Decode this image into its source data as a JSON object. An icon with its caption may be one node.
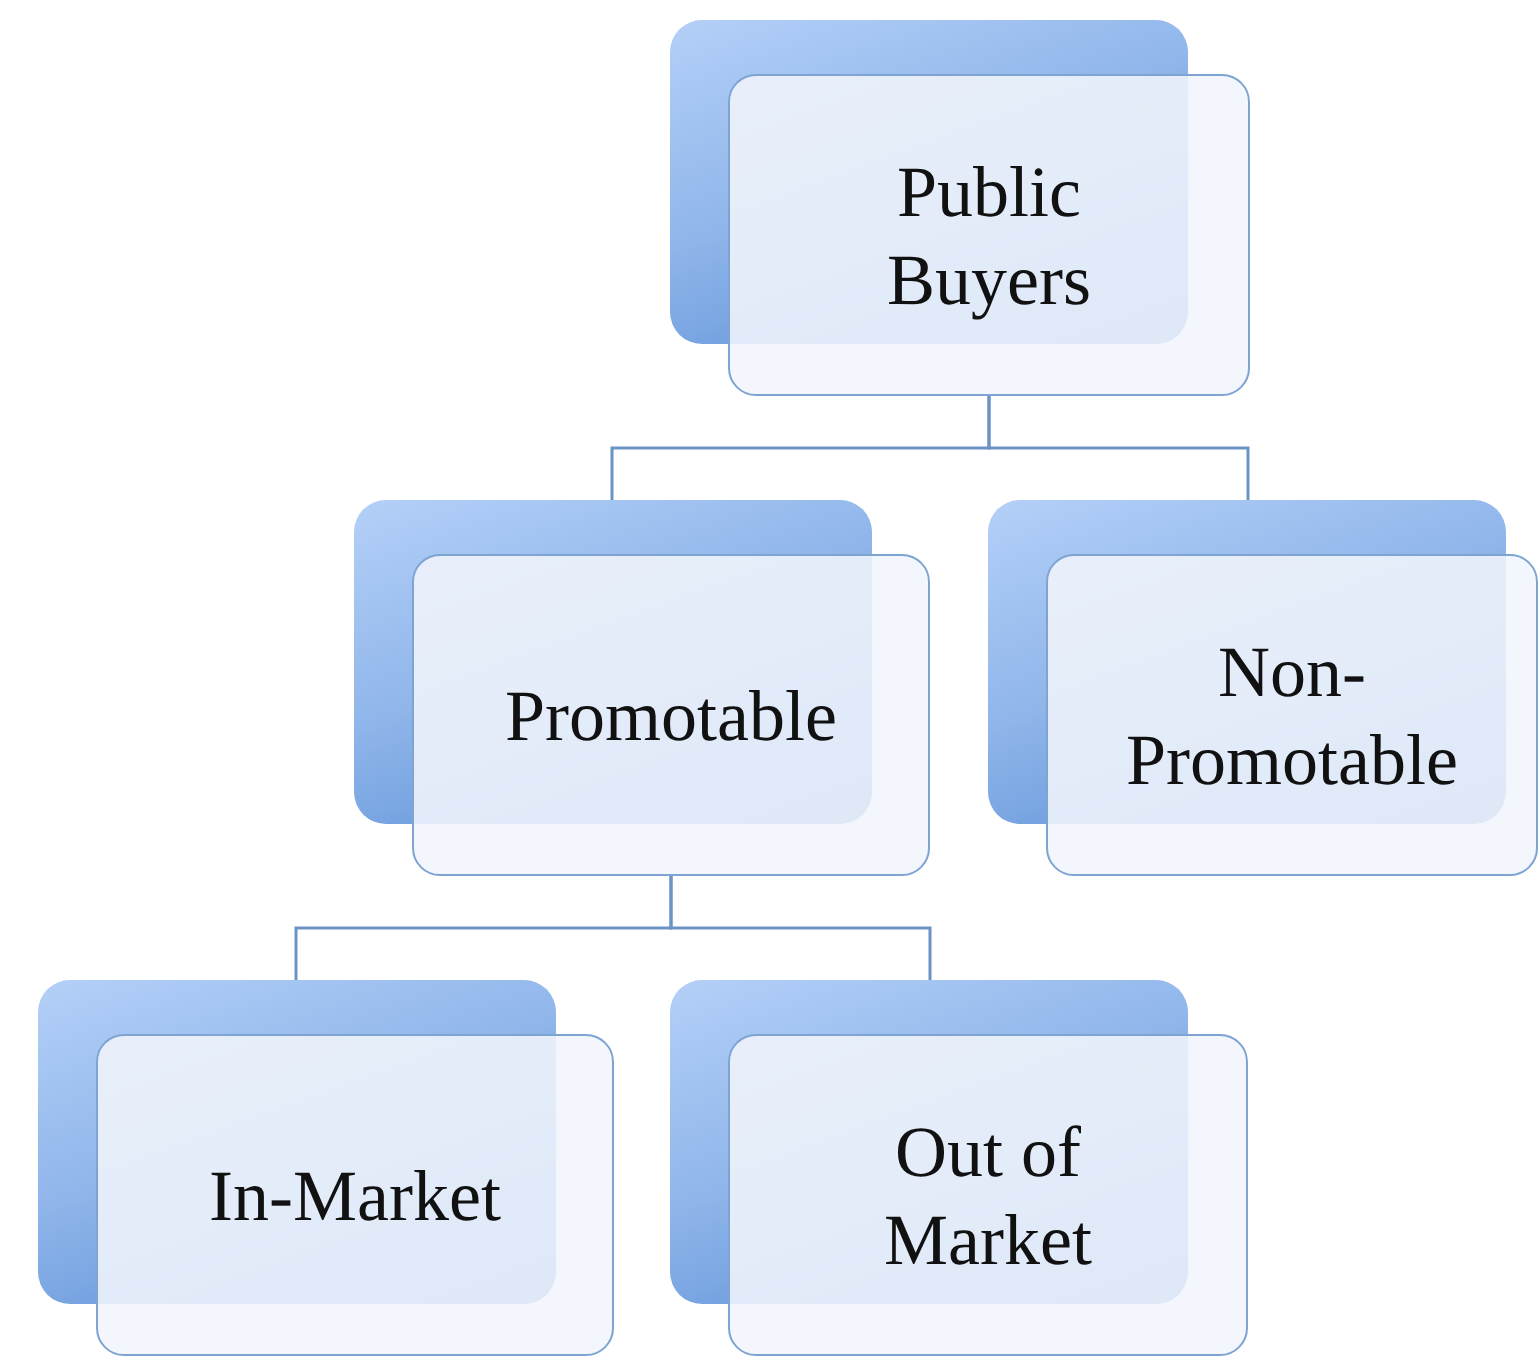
{
  "diagram": {
    "nodes": [
      {
        "text": [
          "Public Buyers"
        ]
      },
      {
        "text": [
          "Promotable"
        ]
      },
      {
        "text": [
          "Non-Promotable"
        ]
      },
      {
        "text": [
          "In-Market"
        ]
      },
      {
        "text": [
          "Out of Market"
        ]
      }
    ],
    "edges": [
      {
        "from": 0,
        "to": 1,
        "arrow": "none"
      },
      {
        "from": 0,
        "to": 2,
        "arrow": "none"
      },
      {
        "from": 1,
        "to": 3,
        "arrow": "none"
      },
      {
        "from": 1,
        "to": 4,
        "arrow": "none"
      }
    ]
  }
}
